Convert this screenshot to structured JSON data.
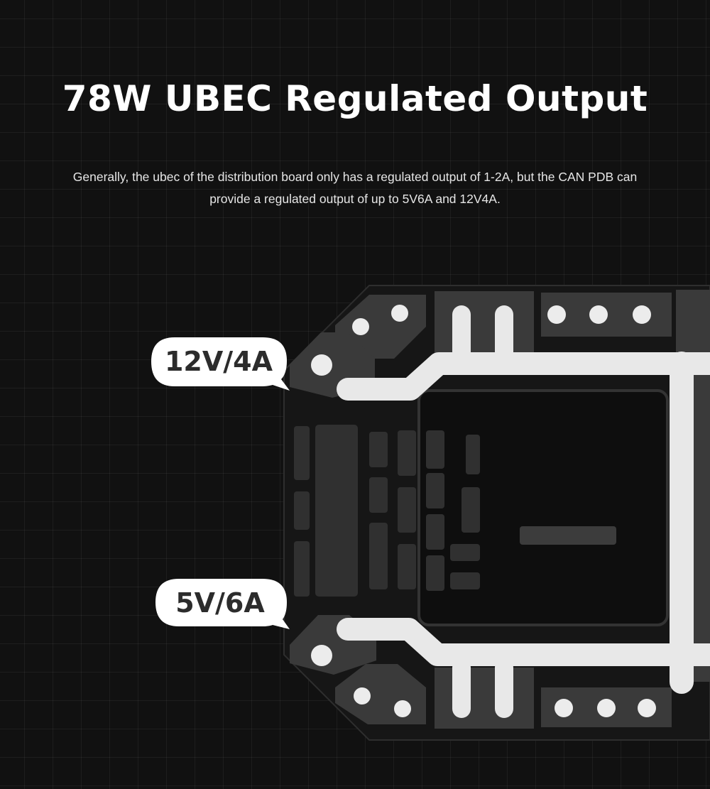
{
  "header": {
    "title": "78W UBEC Regulated Output",
    "description": "Generally, the ubec of the distribution board only has a regulated output of 1-2A, but the CAN PDB can provide a regulated output of up to 5V6A and 12V4A."
  },
  "callouts": {
    "upper": "12V/4A",
    "lower": "5V/6A"
  },
  "colors": {
    "background": "#111111",
    "board": "#1c1c1c",
    "pad": "#3c3c3c",
    "trace": "#e8e8e8",
    "component": "#303030",
    "callout_bubble": "#ffffff",
    "callout_text": "#2c2c2c"
  }
}
